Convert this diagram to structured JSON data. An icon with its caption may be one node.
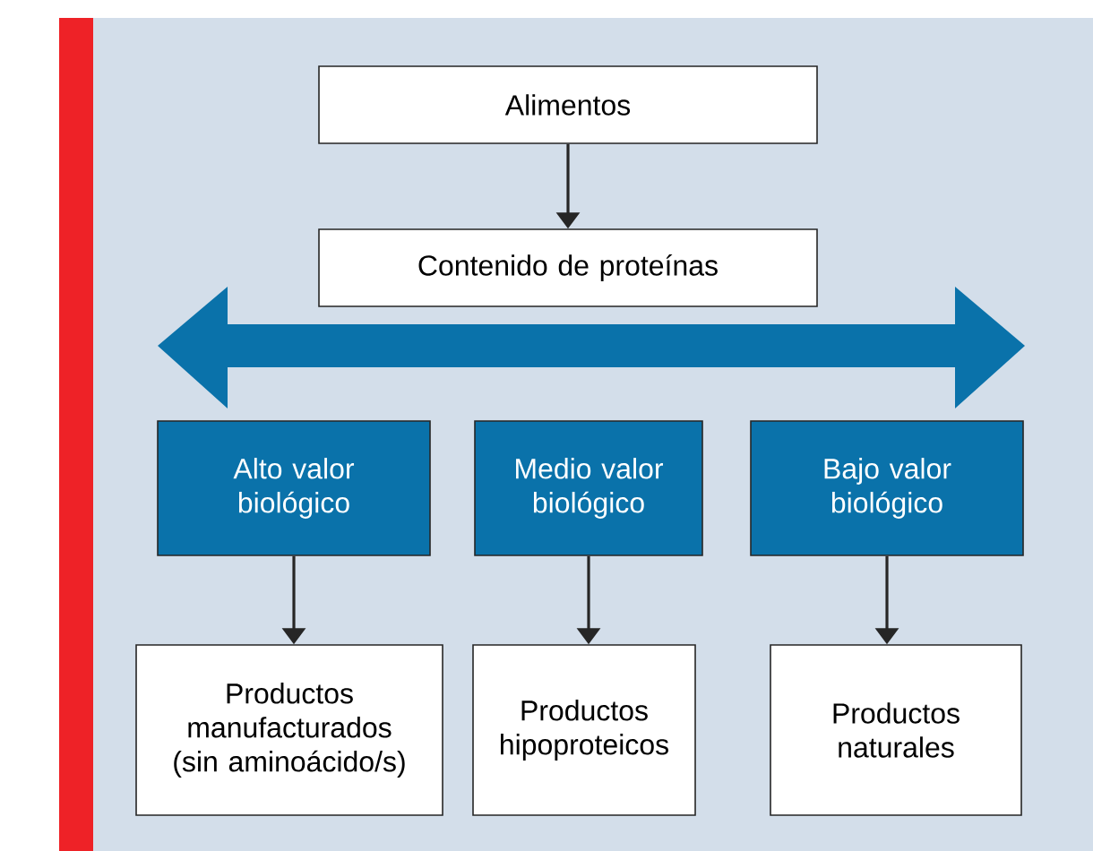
{
  "diagram": {
    "nodes": [
      {
        "text": [
          "Alimentos"
        ]
      },
      {
        "text": [
          "Contenido de proteínas"
        ]
      },
      {
        "text": [
          "Alto valor biológico"
        ]
      },
      {
        "text": [
          "Medio valor biológico"
        ]
      },
      {
        "text": [
          "Bajo valor biológico"
        ]
      },
      {
        "text": [
          "Productos manufacturados (sin aminoácido/s)"
        ]
      },
      {
        "text": [
          "Productos hipoproteicos"
        ]
      },
      {
        "text": [
          "Productos naturales"
        ]
      }
    ],
    "edges": [
      {
        "from": 0,
        "to": 1,
        "arrow": "to"
      },
      {
        "from": 2,
        "to": 5,
        "arrow": "to"
      },
      {
        "from": 3,
        "to": 6,
        "arrow": "to"
      },
      {
        "from": 4,
        "to": 7,
        "arrow": "to"
      }
    ]
  }
}
